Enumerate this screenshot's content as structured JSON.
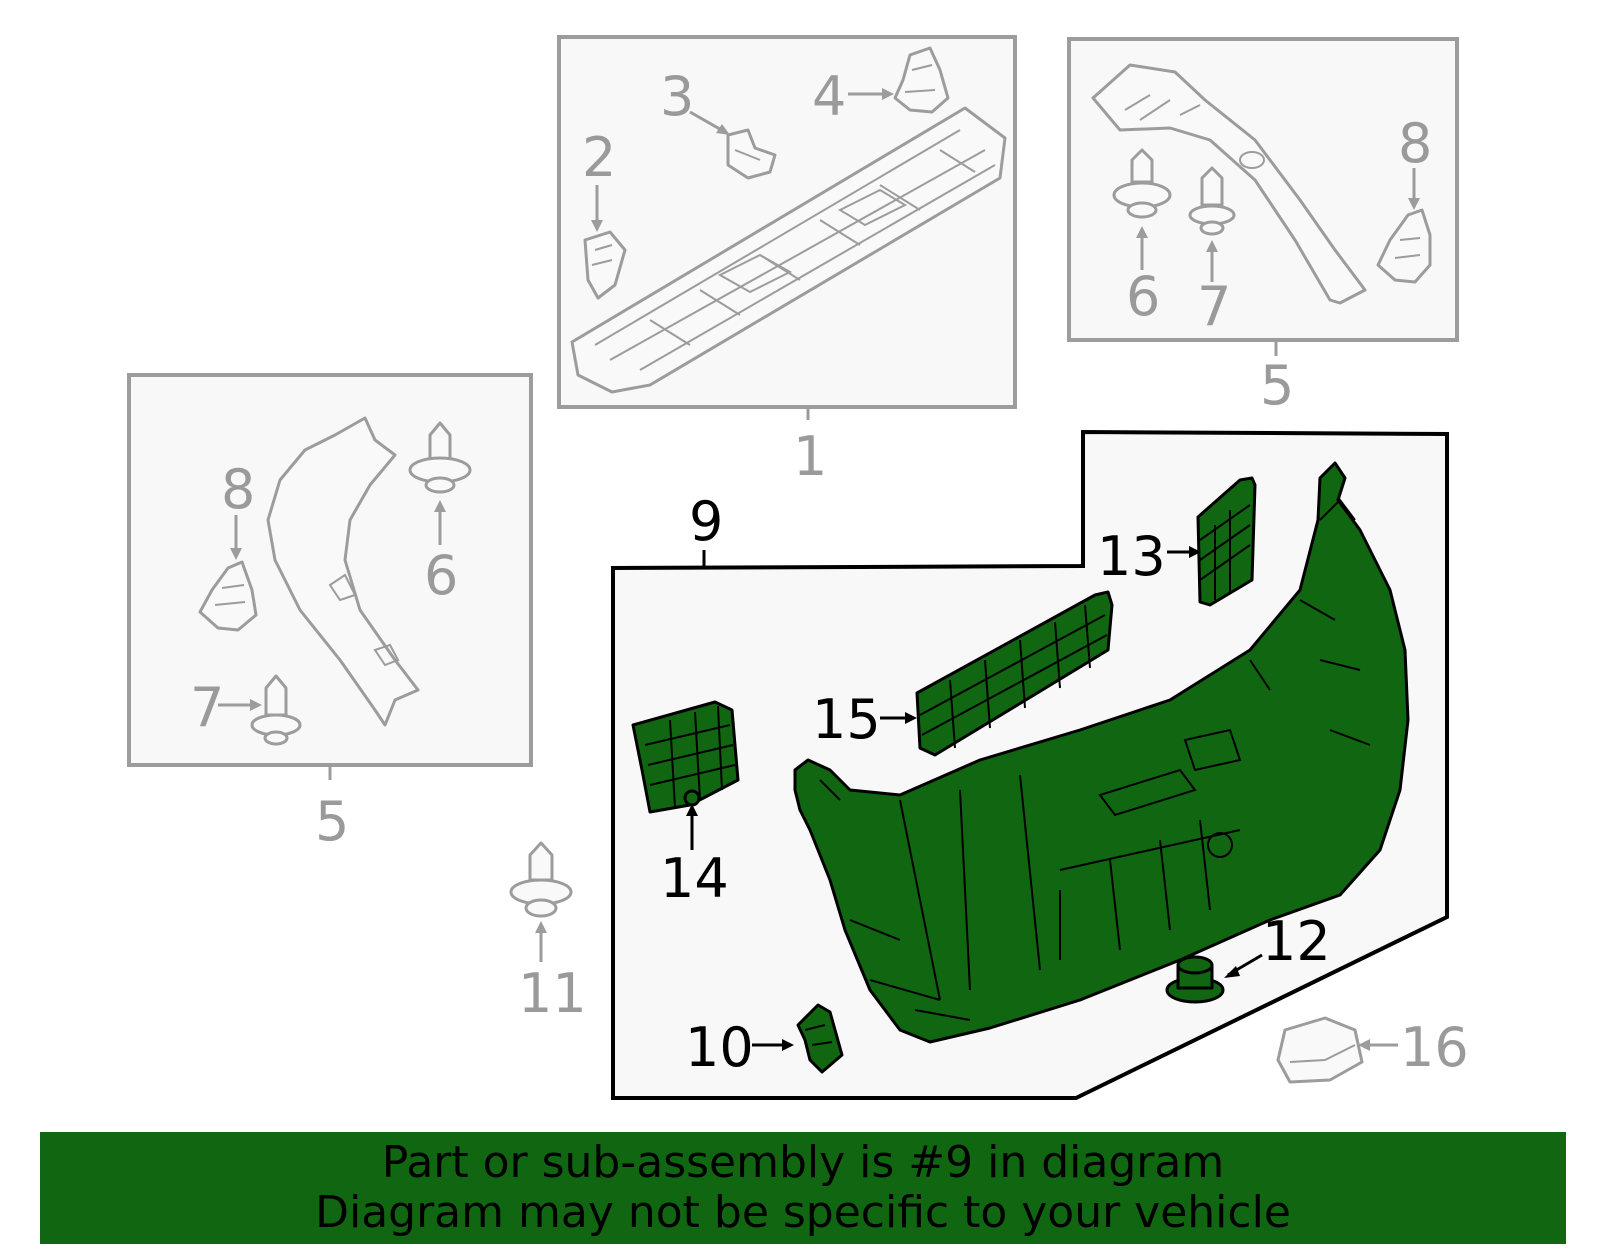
{
  "diagram": {
    "callouts": {
      "c1": "1",
      "c2": "2",
      "c3": "3",
      "c4": "4",
      "c5_left": "5",
      "c5_right": "5",
      "c6_left": "6",
      "c6_right": "6",
      "c7_left": "7",
      "c7_right": "7",
      "c8_left": "8",
      "c8_right": "8",
      "c9": "9",
      "c10": "10",
      "c11": "11",
      "c12": "12",
      "c13": "13",
      "c14": "14",
      "c15": "15",
      "c16": "16"
    },
    "colors": {
      "highlight": "#116611",
      "unselected": "#9c9c9c",
      "outline": "#000000",
      "panel": "#f8f8f8"
    }
  },
  "banner": {
    "line1": "Part or sub-assembly is #9 in diagram",
    "line2": "Diagram may not be specific to your vehicle"
  }
}
